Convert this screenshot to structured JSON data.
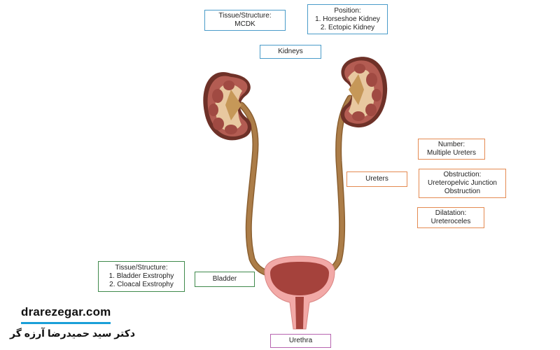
{
  "labels": {
    "tissue_top": [
      "Tissue/Structure:",
      "MCDK"
    ],
    "position": [
      "Position:",
      "1. Horseshoe Kidney",
      "2. Ectopic Kidney"
    ],
    "kidneys": [
      "Kidneys"
    ],
    "number": [
      "Number:",
      "Multiple Ureters"
    ],
    "ureters": [
      "Ureters"
    ],
    "obstruction": [
      "Obstruction:",
      "Ureteropelvic Junction",
      "Obstruction"
    ],
    "dilatation": [
      "Dilatation:",
      "Ureteroceles"
    ],
    "tissue_bottom": [
      "Tissue/Structure:",
      "1. Bladder Exstrophy",
      "2. Cloacal Exstrophy"
    ],
    "bladder": [
      "Bladder"
    ],
    "urethra": [
      "Urethra"
    ]
  },
  "watermark": {
    "site": "drarezegar.com",
    "name": "دکتر سید حمیدرضا آرزه گر"
  },
  "colors": {
    "blue_border": "#4a9cc9",
    "orange_border": "#e48a52",
    "green_border": "#3f8a4c",
    "pink_border": "#b765b0",
    "kidney_outer": "#7a3a30",
    "kidney_cortex": "#b05a50",
    "kidney_medulla": "#e8c9a0",
    "ureter": "#a87a45",
    "bladder_wall": "#f0a6a4",
    "bladder_lumen": "#a8443e"
  }
}
